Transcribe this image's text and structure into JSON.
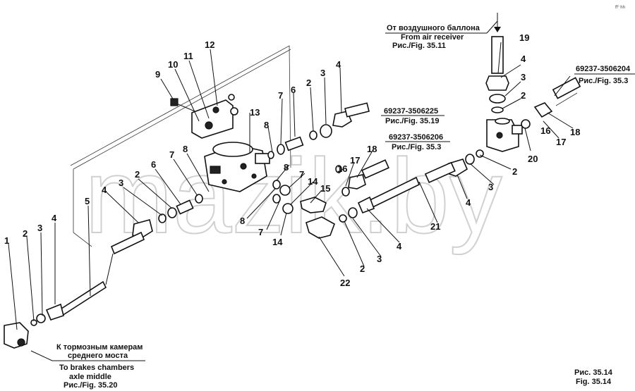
{
  "watermark": "mazik.by",
  "corner_mark": "ff° hh",
  "callouts": {
    "n1": "1",
    "n2": "2",
    "n3": "3",
    "n4": "4",
    "n5": "5",
    "n6": "6",
    "n7": "7",
    "n8": "8",
    "n9": "9",
    "n10": "10",
    "n11": "11",
    "n12": "12",
    "n13": "13",
    "n14": "14",
    "n15": "15",
    "n16": "16",
    "n17": "17",
    "n18": "18",
    "n19": "19",
    "n20": "20",
    "n21": "21",
    "n22": "22"
  },
  "labels": {
    "air_ru": "От воздушного  баллона",
    "air_en": "From air receiver",
    "air_fig": "Рис./Fig. 35.11",
    "ref_top_right_code": "69237-3506204",
    "ref_top_right_fig": "Рис./Fig. 35.3",
    "ref_mid_code": "69237-3506225",
    "ref_mid_fig": "Рис./Fig. 35.19",
    "ref_mid2_code": "69237-3506206",
    "ref_mid2_fig": "Рис./Fig. 35.3",
    "brakes_ru_1": "К тормозным камерам",
    "brakes_ru_2": "среднего моста",
    "brakes_en_1": "To brakes chambers",
    "brakes_en_2": "axle middle",
    "brakes_fig": "Рис./Fig. 35.20",
    "fig_ru": "Рис. 35.14",
    "fig_en": "Fig. 35.14"
  }
}
